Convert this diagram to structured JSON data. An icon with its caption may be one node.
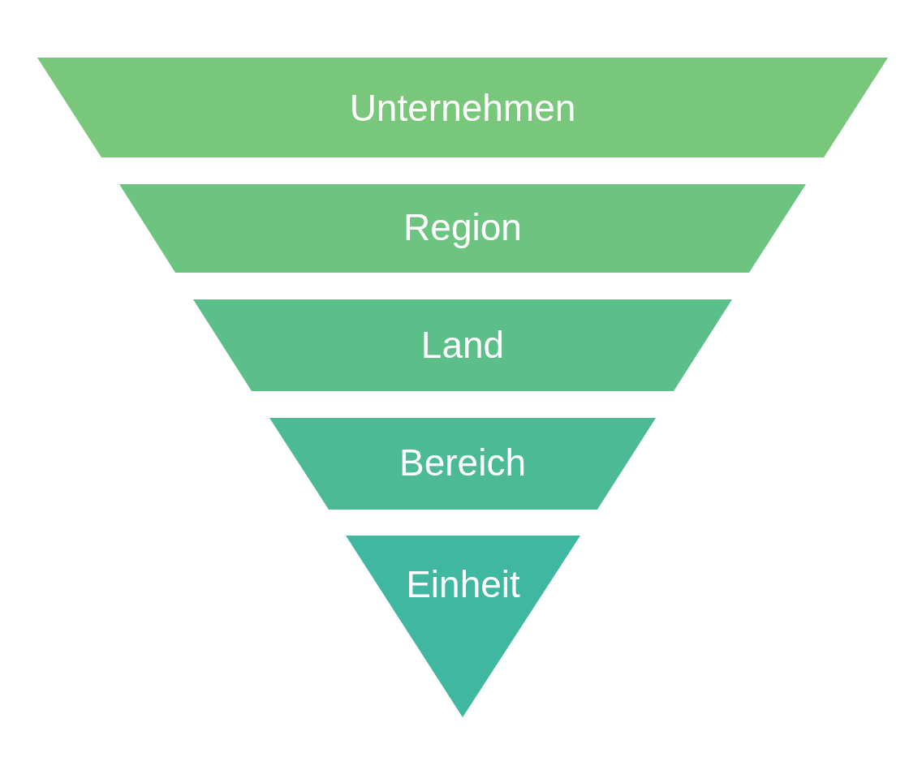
{
  "diagram": {
    "nodes": [
      {
        "text": [
          "Unternehmen"
        ]
      },
      {
        "text": [
          "Region"
        ]
      },
      {
        "text": [
          "Land"
        ]
      },
      {
        "text": [
          "Bereich"
        ]
      },
      {
        "text": [
          "Einheit"
        ]
      }
    ]
  }
}
